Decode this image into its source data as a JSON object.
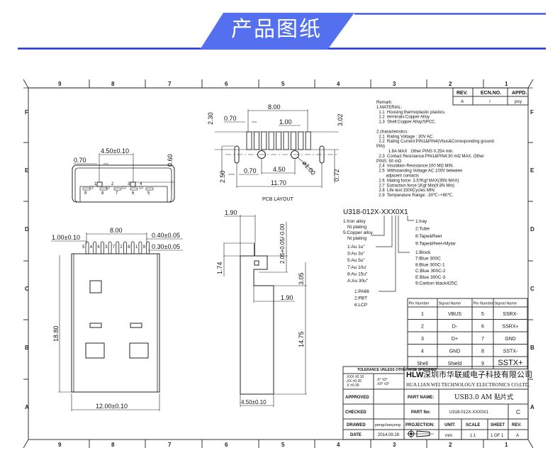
{
  "header": {
    "title": "产品图纸",
    "accent_color": "#5570ee",
    "line_color": "#2430e0"
  },
  "frame": {
    "columns": [
      "9",
      "8",
      "7",
      "6",
      "5",
      "4",
      "3",
      "2",
      "1"
    ],
    "rows": [
      "F",
      "E",
      "D",
      "C",
      "B",
      "A"
    ]
  },
  "revision_table": {
    "headers": [
      "REV.",
      "ECN.NO.",
      "APPD."
    ],
    "values": [
      "A",
      "/",
      "pcy"
    ]
  },
  "remarks": {
    "lines": [
      "Remark:",
      "1.MATERIAL:",
      "  1.1  Housing:thermoplastic plastics.",
      "  1.2  terminals:Copper Alloy",
      "  1.3  Shell:Copper Alloy/SPCC.",
      "",
      "2.characteristics:",
      "  2.1  Rating Voltage : 30V AC.",
      "  2.2  Rating Current:PIN1&PIN4(Vbus&Corresponding ground",
      "PIN)",
      "          1.8A MAX   Other PINS 0.25A min.",
      "  2.3  Contact Resistance:PIN1&PIN4:30 mΩ MAX. Other",
      "PINS: 50 mΩ",
      "  2.4  Insulation Resistance:100 MΩ MIN.",
      "  2.5  Withstanding Voltage:AC 100V between",
      "        adjacent contacts",
      "  2.6  Mating force: 3.57Kgf MAX(35N MAX)",
      "  2.7  Extraction force:1Kgf Min(9.8N Min)",
      "  2.8  Life test:1500Cycles MIN.",
      "  2.9  Temperature Range: -30℃~+80℃."
    ]
  },
  "part_code": {
    "code": "U318-012X-XXX0X1",
    "material_options": [
      "1:Iron alloy",
      "Ni plating",
      "5:Copper alloy",
      "Ni plating"
    ],
    "plating_options": [
      "1:Au 1u\"",
      "3:Au 3u\"",
      "5:Au 5u\"",
      "7:Au 10u'",
      "8:Au 15u\"",
      "A:Au 30u\""
    ],
    "housing_options": [
      "1:PA66",
      "2:PBT",
      "6:LCP"
    ],
    "packing_options": [
      "1:tray",
      "2:Tube",
      "8:Tape&Reel",
      "9:Tape&Reel+Mylar"
    ],
    "color_options": [
      "1:Block",
      "7:Blue 300C",
      "8:Blue 300C-1",
      "C:Blue 300C-2",
      "E:Blue 300C-3",
      "9:Carbon black425C"
    ]
  },
  "pin_table": {
    "headers": [
      "Pin Number",
      "Signal Name",
      "Pin Number",
      "Signal Name"
    ],
    "rows": [
      [
        "1",
        "VBUS",
        "5",
        "SSRX-"
      ],
      [
        "2",
        "D-",
        "6",
        "SSRX+"
      ],
      [
        "3",
        "D+",
        "7",
        "GND"
      ],
      [
        "4",
        "GND",
        "8",
        "SSTX-"
      ],
      [
        "Shell",
        "Shield",
        "9",
        "SSTX+"
      ]
    ]
  },
  "title_block": {
    "tolerance_title": "TOLERANCE UNLESS OTHERWISE SPECIFIED",
    "tolerance_linear": [
      ".XXX ±0.10",
      ".XX ±0.20",
      ".X ±0.30"
    ],
    "tolerance_angular": [
      ".X° ±3°",
      ".X0° ±2°"
    ],
    "logo": "HLW",
    "company_cn": "深圳市华联威电子科技有限公司",
    "company_en": "HUA LIAN WEI TECHNOLOGY ELECTRONICS CO;LTD.",
    "approved_label": "APPROVED",
    "checked_label": "CHECKED",
    "drawed_label": "DRAWED",
    "drawed_value": "pengchaoyong",
    "date_label": "DATE",
    "date_value": "2014.09.28",
    "part_name_label": "PART NAME:",
    "part_name_value": "USB3.0 AM 贴片式",
    "part_no_label": "PART No:",
    "part_no_value": "U318-012X-XXX0X1",
    "part_no_rev": "C",
    "projection_label": "PROJECTION:",
    "unit_label": "UNIT:",
    "unit_value": "mm",
    "scale_label": "SCALE",
    "scale_value": "1:1",
    "sheet_label": "SHEET",
    "sheet_value": "1 OF 1",
    "rev_label": "REV.",
    "rev_value": "A"
  },
  "front_view": {
    "dims": [
      "4.50±0.10",
      "0.70",
      "0.60"
    ],
    "pin_top": [
      "1",
      "2",
      "3",
      "4"
    ],
    "pin_bottom": [
      "9",
      "8",
      "7",
      "6",
      "5"
    ]
  },
  "pcb_layout": {
    "title": "PCB LAYOUT",
    "dims": [
      "8.00",
      "0.70",
      "1.00",
      "2.30",
      "3.02",
      "2.50",
      "0.70",
      "4.50",
      "ø1.00",
      "0.72",
      "11.70"
    ]
  },
  "top_view": {
    "dims": [
      "8.00",
      "1.00±0.10",
      "0.40±0.05",
      "0.30±0.05",
      "18.80",
      "12.00±0.10"
    ],
    "pin_labels": [
      "5",
      "4",
      "6",
      "3",
      "7",
      "2",
      "8",
      "1",
      "9"
    ]
  },
  "side_view": {
    "dims": [
      "1.90",
      "2.05+0.05/-0.00",
      "1.74",
      "3.05",
      "1.90",
      "14.75",
      "4.50±0.10"
    ]
  }
}
